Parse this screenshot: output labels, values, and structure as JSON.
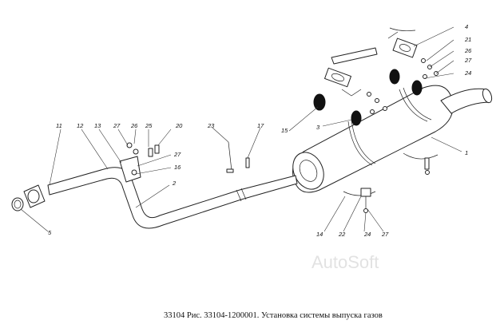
{
  "caption": "33104 Рис. 33104-1200001. Установка системы выпуска газов",
  "watermark": "AutoSoft",
  "callouts": [
    "1",
    "2",
    "3",
    "4",
    "5",
    "11",
    "12",
    "13",
    "14",
    "15",
    "16",
    "17",
    "20",
    "21",
    "22",
    "23",
    "24",
    "25",
    "26",
    "27"
  ],
  "labels": {
    "c4": "4",
    "c21": "21",
    "c26a": "26",
    "c27a": "27",
    "c24a": "24",
    "c15": "15",
    "c3": "3",
    "c1": "1",
    "c11": "11",
    "c12": "12",
    "c13": "13",
    "c27b": "27",
    "c26b": "26",
    "c25": "25",
    "c20": "20",
    "c27c": "27",
    "c16": "16",
    "c2": "2",
    "c23": "23",
    "c17": "17",
    "c5": "5",
    "c14": "14",
    "c22": "22",
    "c24b": "24",
    "c27d": "27"
  }
}
